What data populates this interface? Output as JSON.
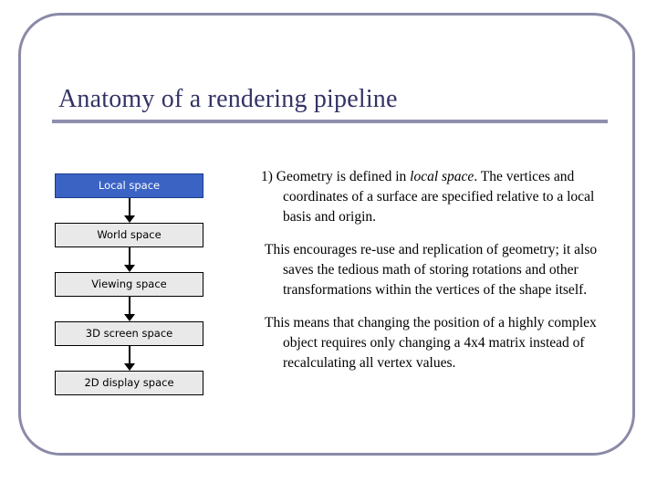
{
  "slide": {
    "title": "Anatomy of a rendering pipeline",
    "frame_color": "#8a8aa8",
    "title_color": "#333366",
    "rule_color": "#8f8fae",
    "background": "#ffffff"
  },
  "flowchart": {
    "highlight_fill": "#3b63c4",
    "node_fill": "#e9e9e9",
    "nodes": [
      {
        "label": "Local space",
        "highlighted": true
      },
      {
        "label": "World space",
        "highlighted": false
      },
      {
        "label": "Viewing space",
        "highlighted": false
      },
      {
        "label": "3D screen space",
        "highlighted": false
      },
      {
        "label": "2D display space",
        "highlighted": false
      }
    ]
  },
  "body": {
    "paragraphs": [
      {
        "marker": "1) ",
        "text_before_italic": "Geometry is defined in ",
        "italic": "local space",
        "text_after_italic": ".  The vertices and coordinates of a surface are specified relative to a local basis and origin."
      },
      {
        "text": "This encourages re-use and replication of geometry; it also saves the tedious math of storing rotations and other transformations within the vertices of the shape itself."
      },
      {
        "text": "This means that changing the position of a highly complex object requires only changing a 4x4 matrix instead of recalculating all vertex values."
      }
    ]
  }
}
